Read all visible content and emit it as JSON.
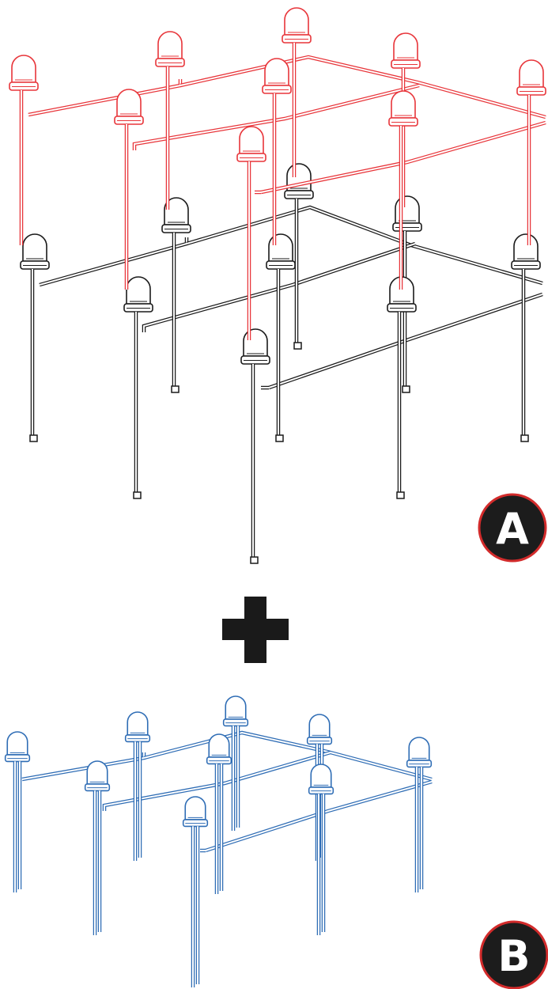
{
  "diagram": {
    "part_a": {
      "label": "A",
      "top_layer_color": "#e8353a",
      "bottom_layer_color": "#1a1a1a"
    },
    "part_b": {
      "label": "B",
      "color": "#2f6db5"
    },
    "connector_symbol": "plus",
    "badge": {
      "fill": "#1c1c1c",
      "ring": "#d22b2b",
      "text_color": "#ffffff"
    }
  }
}
